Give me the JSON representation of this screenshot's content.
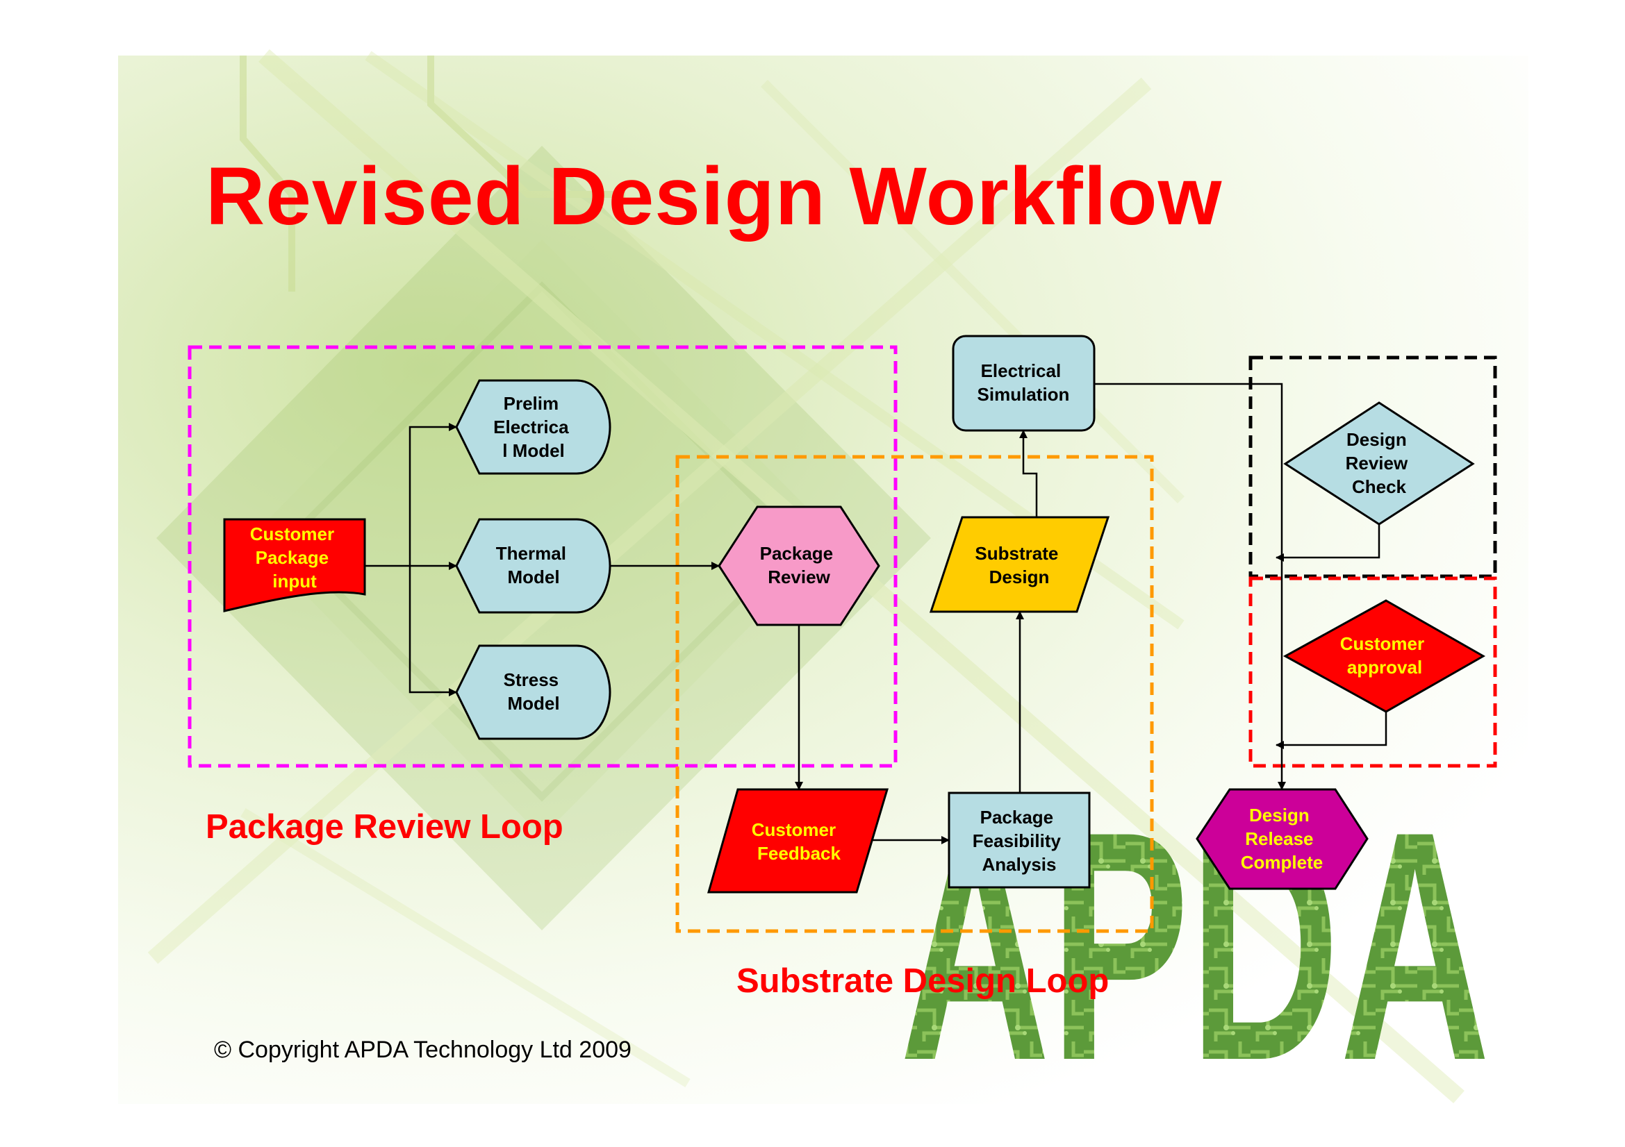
{
  "title": "Revised Design Workflow",
  "loops": {
    "package_review": "Package Review Loop",
    "substrate_design": "Substrate Design Loop"
  },
  "brand": {
    "logo_text": "APDA"
  },
  "copyright": "© Copyright APDA Technology Ltd 2009",
  "nodes": {
    "customer_input": [
      "Customer",
      "Package",
      "input"
    ],
    "prelim_model": [
      "Prelim",
      "Electrica",
      "l Model"
    ],
    "thermal_model": [
      "Thermal",
      "Model"
    ],
    "stress_model": [
      "Stress",
      "Model"
    ],
    "package_review": [
      "Package",
      "Review"
    ],
    "customer_feedback": [
      "Customer",
      "Feedback"
    ],
    "feasibility": [
      "Package",
      "Feasibility",
      "Analysis"
    ],
    "substrate_design": [
      "Substrate",
      "Design"
    ],
    "electrical_sim": [
      "Electrical",
      "Simulation"
    ],
    "design_review_check": [
      "Design",
      "Review",
      "Check"
    ],
    "customer_approval": [
      "Customer",
      "approval"
    ],
    "release_complete": [
      "Design",
      "Release",
      "Complete"
    ]
  },
  "colors": {
    "title": "#ff0000",
    "node_blue": "#b6dde3",
    "node_pink": "#f79ac8",
    "node_red": "#ff0000",
    "node_yellow": "#ffcc00",
    "node_magenta": "#cc0099",
    "node_text_yellow": "#ffff00",
    "loop_package_border": "#ff00ff",
    "loop_substrate_border": "#ff9900",
    "loop_review_border": "#000000",
    "loop_approval_border": "#ff0000",
    "logo_green": "#5c9a3a"
  }
}
